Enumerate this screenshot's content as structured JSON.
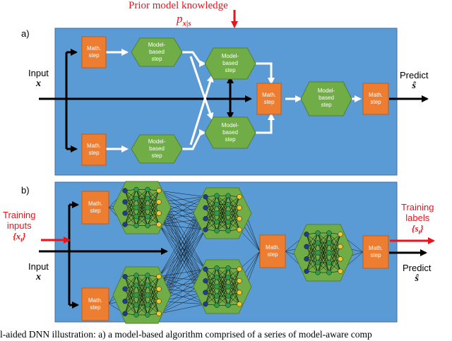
{
  "prior": {
    "title": "Prior model knowledge",
    "formula": "p",
    "formula_sub": "x|s"
  },
  "panel_a": {
    "label": "a)",
    "input_label": "Input",
    "input_var": "x",
    "output_label": "Predict",
    "output_var": "ŝ",
    "math_step": [
      "Math.",
      "step"
    ],
    "model_step": [
      "Model-",
      "based",
      "step"
    ]
  },
  "panel_b": {
    "label": "b)",
    "input_label": "Input",
    "input_var": "x",
    "output_label": "Predict",
    "output_var": "ŝ",
    "training_inputs_label_1": "Training",
    "training_inputs_label_2": "inputs",
    "training_inputs_var": "{x_t}",
    "training_labels_label_1": "Training",
    "training_labels_label_2": "labels",
    "training_labels_var": "{s_t}",
    "math_step": [
      "Math.",
      "step"
    ]
  },
  "caption": "el-aided DNN illustration: a) a model-based algorithm comprised of a series of model-aware comp",
  "colors": {
    "panel_bg": "#5b9bd5",
    "math_box": "#ed7d31",
    "model_hex": "#70ad47",
    "neuron_navy": "#1f3d8a",
    "neuron_green": "#2e9e44",
    "neuron_yellow": "#f5c52a",
    "highlight": "#e8141c"
  }
}
